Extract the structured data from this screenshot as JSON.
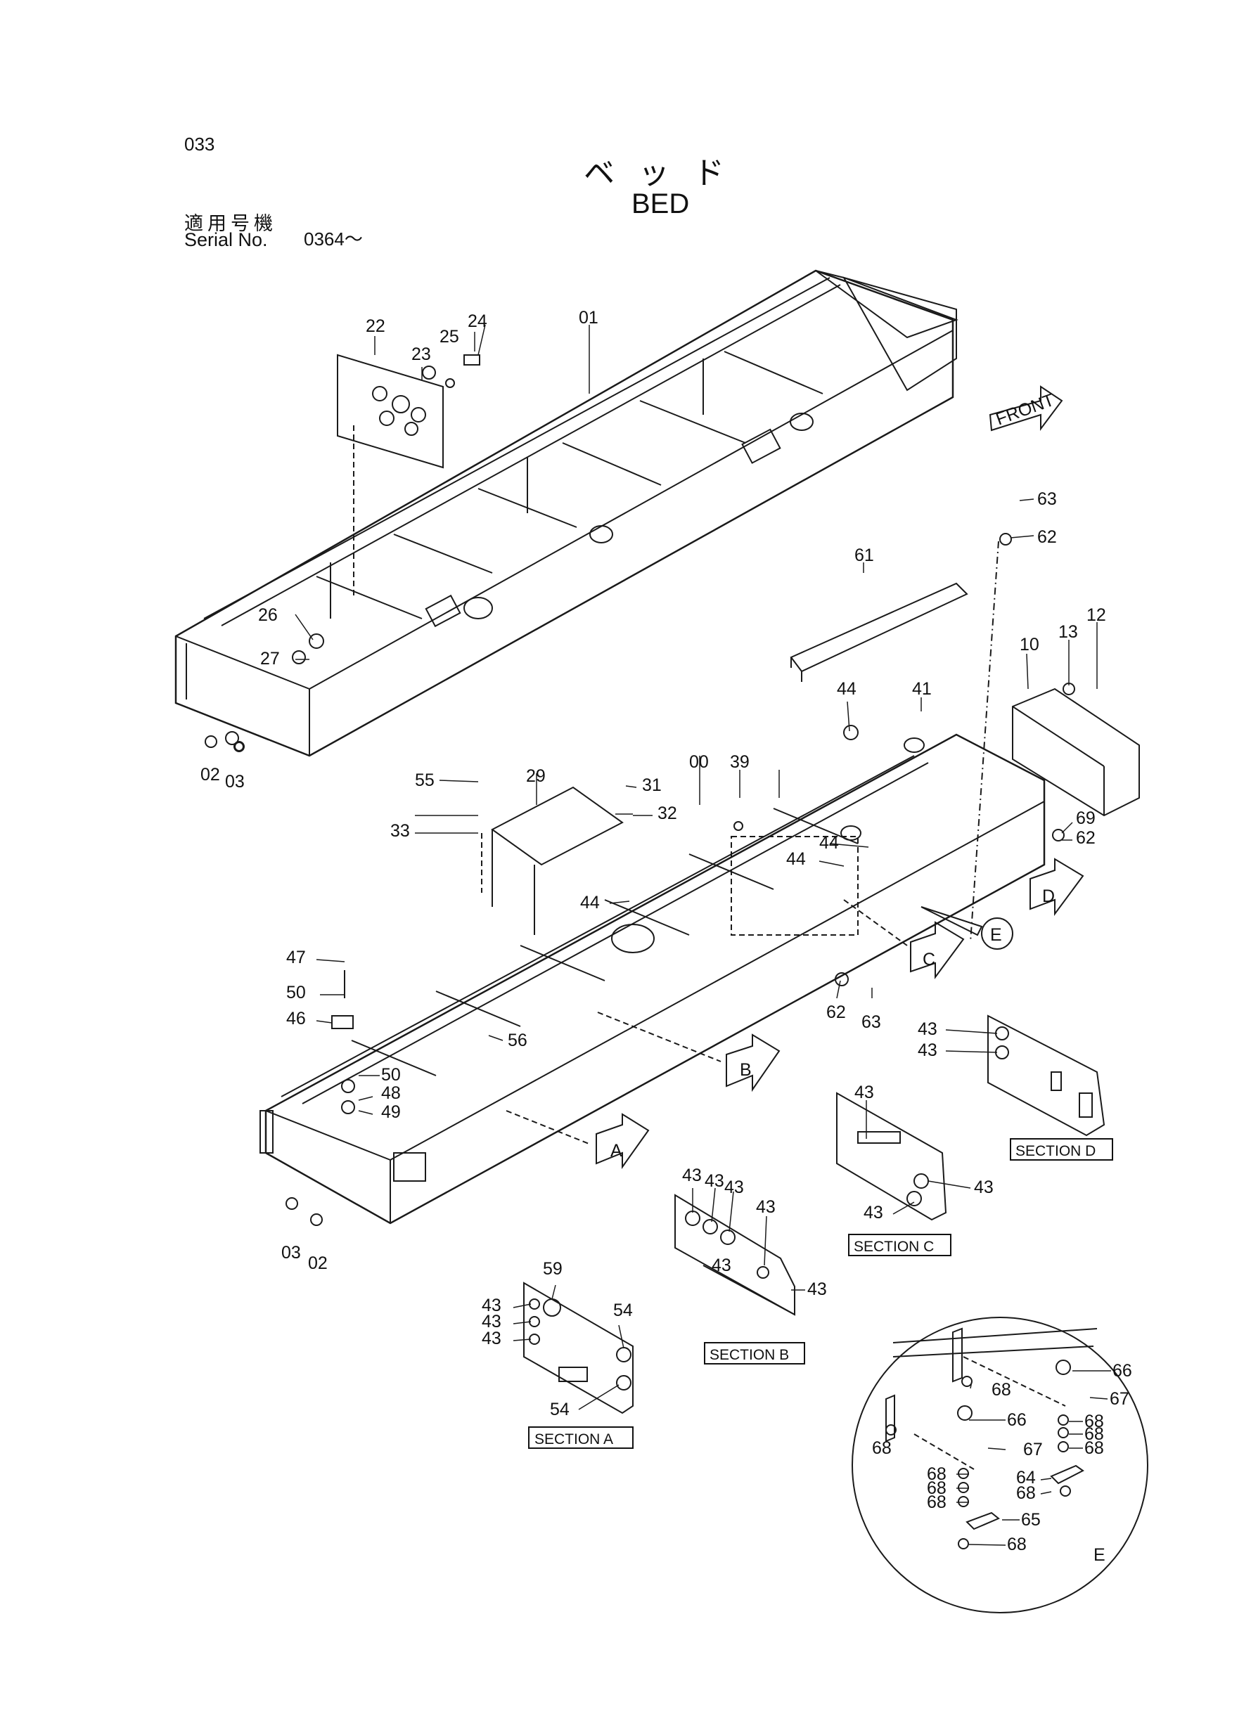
{
  "page_number": "033",
  "title_jp": "ベッド",
  "title_en": "BED",
  "serial_label_jp": "適用号機",
  "serial_label_en": "Serial No.",
  "serial_value": "0364～",
  "front_label": "FRONT",
  "callouts": [
    "01",
    "22",
    "23",
    "24",
    "25",
    "26",
    "27",
    "02",
    "03",
    "61",
    "62",
    "63",
    "10",
    "12",
    "13",
    "41",
    "44",
    "00",
    "39",
    "29",
    "31",
    "32",
    "33",
    "55",
    "69",
    "62",
    "44",
    "44",
    "44",
    "43",
    "43",
    "43",
    "47",
    "50",
    "46",
    "56",
    "50",
    "48",
    "49",
    "62",
    "63",
    "03",
    "02",
    "43",
    "43",
    "43",
    "43",
    "43",
    "43",
    "43",
    "43",
    "59",
    "54",
    "43",
    "43",
    "43",
    "54",
    "66",
    "67",
    "68",
    "68",
    "66",
    "67",
    "68",
    "68",
    "68",
    "68",
    "68",
    "68",
    "64",
    "68",
    "65",
    "68"
  ],
  "view_markers": [
    "A",
    "B",
    "C",
    "D",
    "E"
  ],
  "sections": [
    "SECTION A",
    "SECTION B",
    "SECTION C",
    "SECTION D"
  ],
  "detail_label": "E"
}
